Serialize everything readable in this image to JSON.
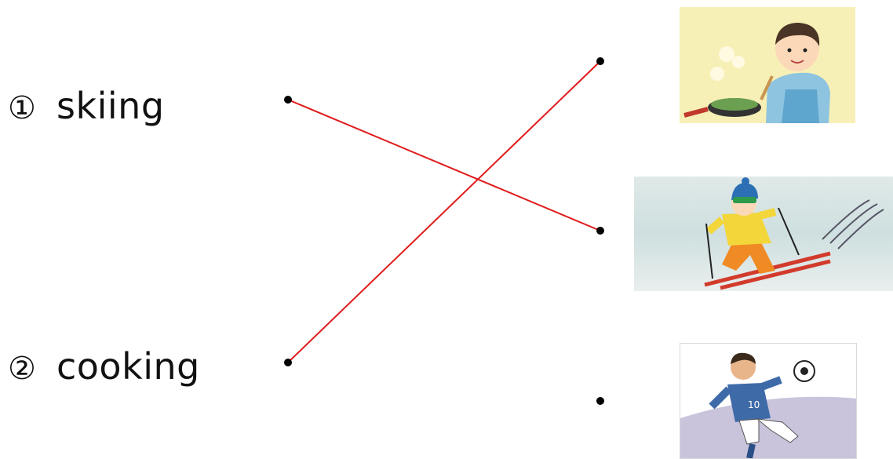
{
  "items": [
    {
      "number": "①",
      "word": "skiing"
    },
    {
      "number": "②",
      "word": "cooking"
    }
  ],
  "pictures": [
    {
      "icon": "cooking-boy-picture"
    },
    {
      "icon": "skiing-boy-picture"
    },
    {
      "icon": "soccer-player-picture"
    }
  ],
  "matches": [
    {
      "word": "skiing",
      "picture": "skiing-boy-picture"
    },
    {
      "word": "cooking",
      "picture": "cooking-boy-picture"
    }
  ],
  "colors": {
    "line": "#e01b1b",
    "dot": "#000000",
    "text": "#111111"
  }
}
